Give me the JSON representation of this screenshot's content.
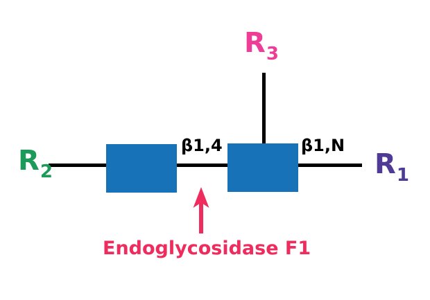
{
  "figure": {
    "residues": {
      "r3": {
        "base": "R",
        "sub": "3",
        "color": "#EE3D96"
      },
      "r2": {
        "base": "R",
        "sub": "2",
        "color": "#1B9A59"
      },
      "r1": {
        "base": "R",
        "sub": "1",
        "color": "#4F3A96"
      }
    },
    "bond_labels": {
      "beta14": "β1,4",
      "beta1N": "β1,N"
    },
    "enzyme_label": "Endoglycosidase F1",
    "colors": {
      "sugar_square": "#1772B8",
      "bond_line": "#000000",
      "arrow_and_enzyme": "#EE2D5E"
    }
  }
}
